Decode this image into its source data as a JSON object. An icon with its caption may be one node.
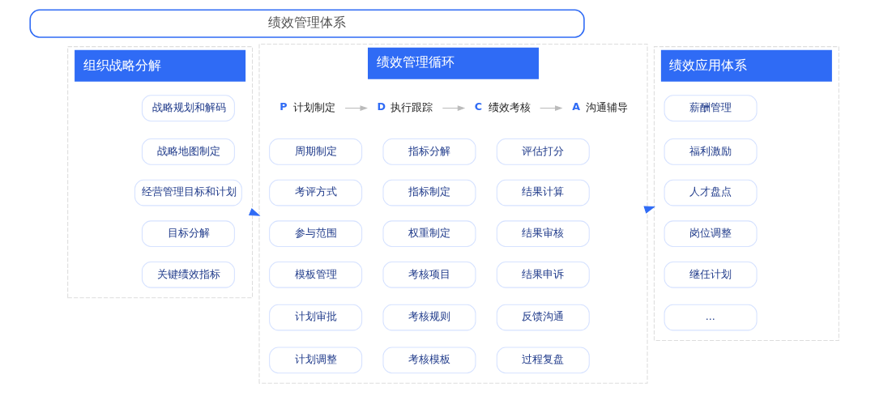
{
  "diagram": {
    "nodes": [
      {
        "text": [
          "绩效管理体系"
        ]
      },
      {
        "text": [
          "组织战略分解"
        ]
      },
      {
        "text": [
          "战略规划和解码"
        ],
        "in": 1
      },
      {
        "text": [
          "战略地图制定"
        ],
        "in": 1
      },
      {
        "text": [
          "经营管理目标和计划"
        ],
        "in": 1
      },
      {
        "text": [
          "目标分解"
        ],
        "in": 1
      },
      {
        "text": [
          "关键绩效指标"
        ],
        "in": 1
      },
      {
        "text": [
          "绩效管理循环"
        ]
      },
      {
        "text": [
          "P",
          "计划制定"
        ],
        "in": 7
      },
      {
        "text": [
          "D",
          "执行跟踪"
        ],
        "in": 7
      },
      {
        "text": [
          "C",
          "绩效考核"
        ],
        "in": 7
      },
      {
        "text": [
          "A",
          "沟通辅导"
        ],
        "in": 7
      },
      {
        "text": [
          "周期制定"
        ],
        "in": 7
      },
      {
        "text": [
          "指标分解"
        ],
        "in": 7
      },
      {
        "text": [
          "评估打分"
        ],
        "in": 7
      },
      {
        "text": [
          "考评方式"
        ],
        "in": 7
      },
      {
        "text": [
          "指标制定"
        ],
        "in": 7
      },
      {
        "text": [
          "结果计算"
        ],
        "in": 7
      },
      {
        "text": [
          "参与范围"
        ],
        "in": 7
      },
      {
        "text": [
          "权重制定"
        ],
        "in": 7
      },
      {
        "text": [
          "结果审核"
        ],
        "in": 7
      },
      {
        "text": [
          "模板管理"
        ],
        "in": 7
      },
      {
        "text": [
          "考核项目"
        ],
        "in": 7
      },
      {
        "text": [
          "结果申诉"
        ],
        "in": 7
      },
      {
        "text": [
          "计划审批"
        ],
        "in": 7
      },
      {
        "text": [
          "考核规则"
        ],
        "in": 7
      },
      {
        "text": [
          "反馈沟通"
        ],
        "in": 7
      },
      {
        "text": [
          "计划调整"
        ],
        "in": 7
      },
      {
        "text": [
          "考核模板"
        ],
        "in": 7
      },
      {
        "text": [
          "过程复盘"
        ],
        "in": 7
      },
      {
        "text": [
          "绩效应用体系"
        ]
      },
      {
        "text": [
          "薪酬管理"
        ],
        "in": 30
      },
      {
        "text": [
          "福利激励"
        ],
        "in": 30
      },
      {
        "text": [
          "人才盘点"
        ],
        "in": 30
      },
      {
        "text": [
          "岗位调整"
        ],
        "in": 30
      },
      {
        "text": [
          "继任计划"
        ],
        "in": 30
      },
      {
        "text": [
          "..."
        ],
        "in": 30
      }
    ],
    "edges": [
      {
        "from": 1,
        "to": 7,
        "arrow": "to",
        "color": "#2f6bf5"
      },
      {
        "from": 8,
        "to": 9,
        "arrow": "to"
      },
      {
        "from": 9,
        "to": 10,
        "arrow": "to"
      },
      {
        "from": 10,
        "to": 11,
        "arrow": "to"
      },
      {
        "from": 7,
        "to": 30,
        "arrow": "to",
        "color": "#2f6bf5"
      }
    ]
  }
}
